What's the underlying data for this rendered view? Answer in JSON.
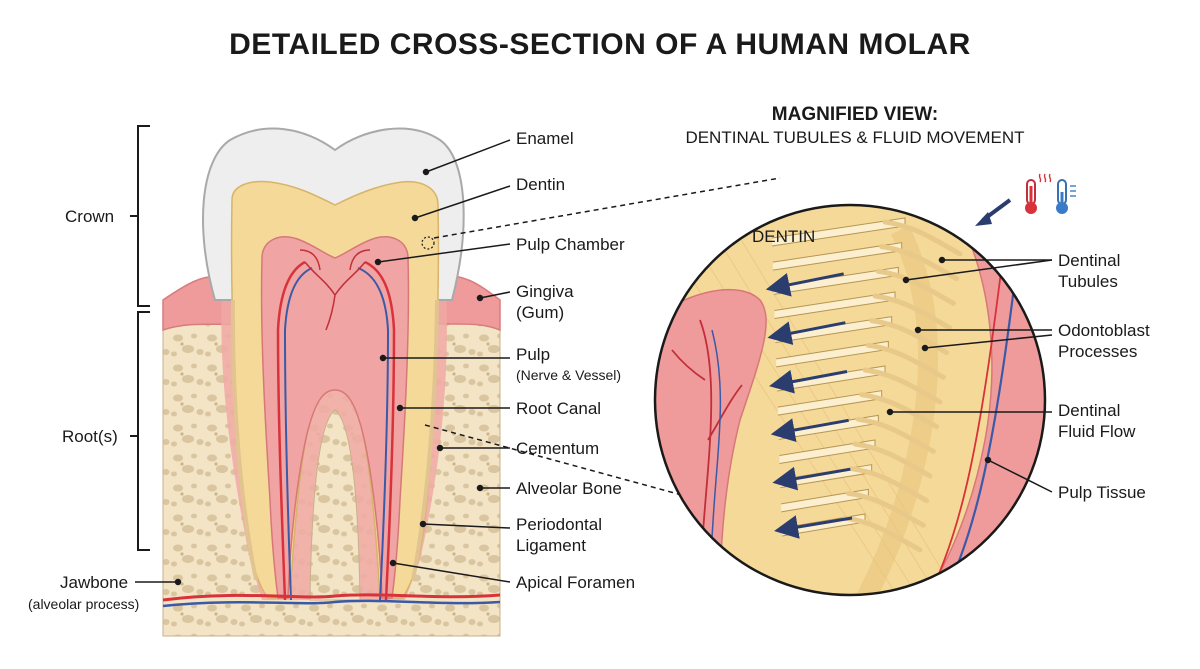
{
  "title": "DETAILED CROSS-SECTION OF A HUMAN MOLAR",
  "magnified": {
    "heading": "MAGNIFIED VIEW:",
    "subheading": "DENTINAL TUBULES & FLUID MOVEMENT",
    "dentin_label": "DENTIN"
  },
  "brackets": {
    "crown": "Crown",
    "roots": "Root(s)"
  },
  "labels": {
    "enamel": "Enamel",
    "dentin": "Dentin",
    "pulp_chamber": "Pulp Chamber",
    "gingiva_line1": "Gingiva",
    "gingiva_line2": "(Gum)",
    "pulp_line1": "Pulp",
    "pulp_line2": "(Nerve & Vessel)",
    "root_canal": "Root Canal",
    "cementum": "Cementum",
    "alveolar_bone": "Alveolar Bone",
    "periodontal_line1": "Periodontal",
    "periodontal_line2": "Ligament",
    "apical_foramen": "Apical Foramen",
    "jawbone_line1": "Jawbone",
    "jawbone_line2": "(alveolar process)"
  },
  "mag_labels": {
    "tubules_line1": "Dentinal",
    "tubules_line2": "Tubules",
    "odonto_line1": "Odontoblast",
    "odonto_line2": "Processes",
    "fluid_line1": "Dentinal",
    "fluid_line2": "Fluid Flow",
    "pulp_tissue": "Pulp Tissue"
  },
  "icons": [
    "thermometer-hot-icon",
    "thermometer-cold-icon",
    "stimulus-arrow-icon"
  ],
  "colors": {
    "enamel": "#eeeeee",
    "dentin": "#f4d999",
    "pulp": "#f1a4a4",
    "gum": "#ef9b9b",
    "bone": "#f2e2c2",
    "bone_pore": "#d8c39a",
    "artery": "#d8333a",
    "vein": "#3a5aa8",
    "arrow": "#2b3d6e"
  }
}
